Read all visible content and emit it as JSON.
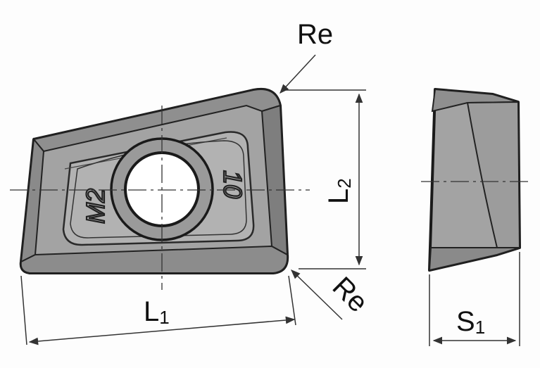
{
  "labels": {
    "re_top": "Re",
    "re_bottom": "Re",
    "l1_main": "L",
    "l1_sub": "1",
    "l2_main": "L",
    "l2_sub": "2",
    "s1_main": "S",
    "s1_sub": "1"
  },
  "insert_markings": {
    "left": "M2",
    "right": "10"
  },
  "colors": {
    "insert_face": "#a3a3a3",
    "insert_bevel": "#8a8a8a",
    "insert_dark": "#7a7a7a",
    "outline": "#1a1a1a",
    "dimension_line": "#333333"
  }
}
